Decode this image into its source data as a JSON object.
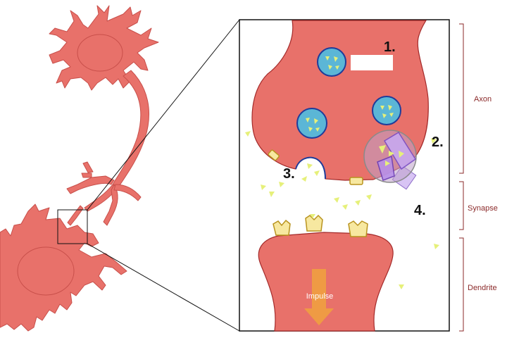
{
  "labels": {
    "step1": "1.",
    "step2": "2.",
    "step3": "3.",
    "step4": "4.",
    "axon": "Axon",
    "synapse": "Synapse",
    "dendrite": "Dendrite",
    "impulse": "Impulse"
  },
  "colors": {
    "neuron": "#e8716a",
    "neuron_stroke": "#a32a2a",
    "vesicle": "#5bb6d6",
    "vesicle_stroke": "#1f3c9a",
    "neurotransmitter": "#e6f07a",
    "receptor": "#f7e8a0",
    "receptor_stroke": "#b8931e",
    "transporter": "#c8a8f0",
    "impulse_arrow": "#f0a040",
    "bracket": "#8b2a2a",
    "side_label": "#8b2a2a"
  },
  "icons": {
    "vesicle": "circle-with-triangles",
    "receptor": "notched-square",
    "transporter": "purple-channel",
    "impulse": "down-arrow"
  }
}
